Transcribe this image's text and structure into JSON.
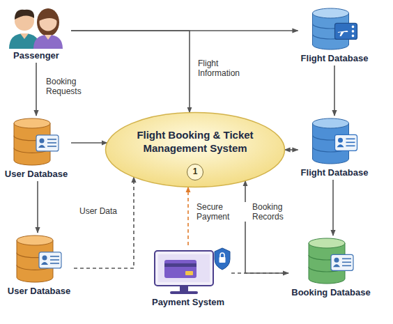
{
  "diagram": {
    "nodes": [
      {
        "text": [
          "Passenger"
        ]
      },
      {
        "text": [
          "Flight Database"
        ]
      },
      {
        "text": [
          "User Database"
        ]
      },
      {
        "text": [
          "Flight Booking & Ticket Management System"
        ]
      },
      {
        "text": [
          "1"
        ],
        "in": 3
      },
      {
        "text": [
          "Flight Database"
        ]
      },
      {
        "text": [
          "User Database"
        ]
      },
      {
        "text": [
          "Payment System"
        ]
      },
      {
        "text": [
          "Booking Database"
        ]
      }
    ],
    "edges": [
      {
        "from": 0,
        "to": 1,
        "arrow": "to"
      },
      {
        "from": 0,
        "to": 3,
        "label": "Flight Information",
        "arrow": "to"
      },
      {
        "from": 0,
        "to": 2,
        "label": "Booking Requests",
        "arrow": "to"
      },
      {
        "from": 2,
        "to": 3,
        "arrow": "to"
      },
      {
        "from": 3,
        "to": 5,
        "arrow": "both"
      },
      {
        "from": 1,
        "to": 5,
        "arrow": "to"
      },
      {
        "from": 5,
        "to": 8,
        "arrow": "to"
      },
      {
        "from": 2,
        "to": 6,
        "arrow": "to"
      },
      {
        "from": 6,
        "to": 3,
        "label": "User Data",
        "arrow": "to"
      },
      {
        "from": 7,
        "to": 3,
        "label": "Secure Payment",
        "arrow": "to"
      },
      {
        "from": 7,
        "to": 8,
        "arrow": "to"
      },
      {
        "from": 8,
        "to": 3,
        "label": "Booking Records",
        "arrow": "to"
      }
    ]
  }
}
